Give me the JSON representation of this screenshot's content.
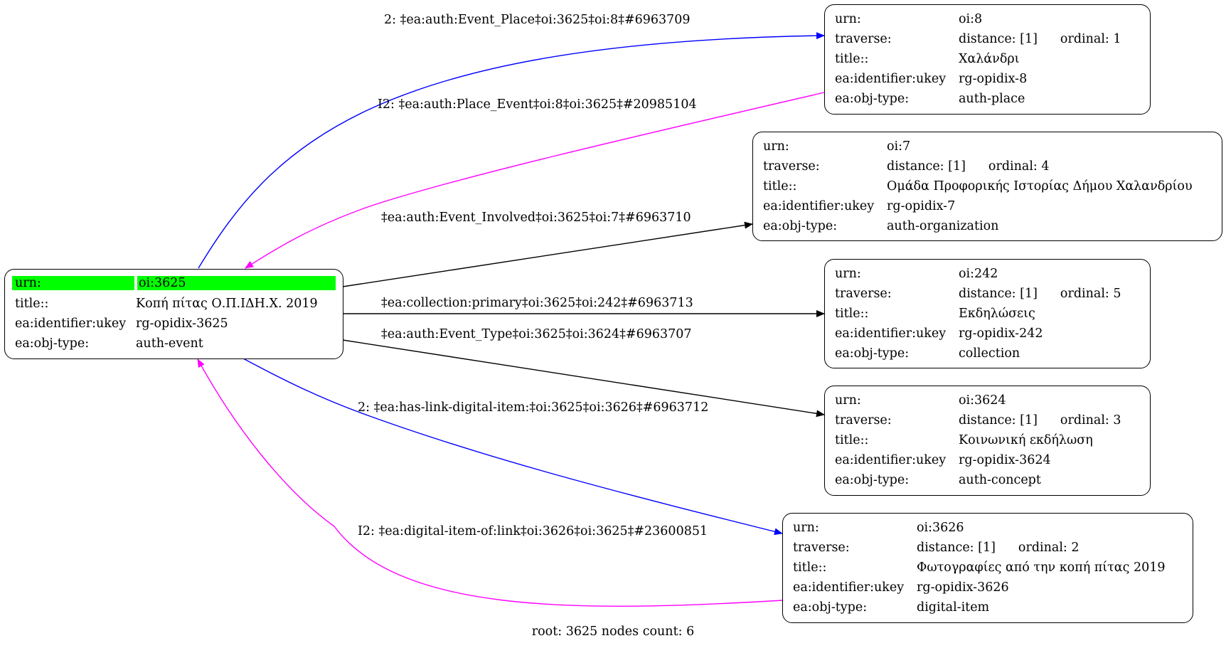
{
  "colors": {
    "highlight": "#00ff00",
    "forward_edge": "#0000ff",
    "inverse_edge": "#ff00ff",
    "plain_edge": "#000000"
  },
  "root_node": {
    "rows": [
      {
        "key": "urn:",
        "value": "oi:3625"
      },
      {
        "key": "title::",
        "value": "Κοπή πίτας Ο.Π.ΙΔΗ.Χ. 2019"
      },
      {
        "key": "ea:identifier:ukey",
        "value": "rg-opidix-3625"
      },
      {
        "key": "ea:obj-type:",
        "value": "auth-event"
      }
    ]
  },
  "nodes": [
    {
      "id": "oi8",
      "urn": "oi:8",
      "traverse_distance": "distance: [1]",
      "traverse_ordinal": "ordinal: 1",
      "title": "Χαλάνδρι",
      "ukey": "rg-opidix-8",
      "obj_type": "auth-place"
    },
    {
      "id": "oi7",
      "urn": "oi:7",
      "traverse_distance": "distance: [1]",
      "traverse_ordinal": "ordinal: 4",
      "title": "Ομάδα Προφορικής Ιστορίας Δήμου Χαλανδρίου",
      "ukey": "rg-opidix-7",
      "obj_type": "auth-organization"
    },
    {
      "id": "oi242",
      "urn": "oi:242",
      "traverse_distance": "distance: [1]",
      "traverse_ordinal": "ordinal: 5",
      "title": "Εκδηλώσεις",
      "ukey": "rg-opidix-242",
      "obj_type": "collection"
    },
    {
      "id": "oi3624",
      "urn": "oi:3624",
      "traverse_distance": "distance: [1]",
      "traverse_ordinal": "ordinal: 3",
      "title": "Κοινωνική εκδήλωση",
      "ukey": "rg-opidix-3624",
      "obj_type": "auth-concept"
    },
    {
      "id": "oi3626",
      "urn": "oi:3626",
      "traverse_distance": "distance: [1]",
      "traverse_ordinal": "ordinal: 2",
      "title": "Φωτογραφίες από την κοπή πίτας 2019",
      "ukey": "rg-opidix-3626",
      "obj_type": "digital-item"
    }
  ],
  "field_labels": {
    "urn": "urn:",
    "traverse": "traverse:",
    "title": "title::",
    "ukey": "ea:identifier:ukey",
    "obj_type": "ea:obj-type:"
  },
  "edges": [
    {
      "id": "e1",
      "label": "2: ‡ea:auth:Event_Place‡oi:3625‡oi:8‡#6963709",
      "from": "oi:3625",
      "to": "oi:8",
      "kind": "forward"
    },
    {
      "id": "e2",
      "label": "I2: ‡ea:auth:Place_Event‡oi:8‡oi:3625‡#20985104",
      "from": "oi:8",
      "to": "oi:3625",
      "kind": "inverse"
    },
    {
      "id": "e3",
      "label": "‡ea:auth:Event_Involved‡oi:3625‡oi:7‡#6963710",
      "from": "oi:3625",
      "to": "oi:7",
      "kind": "plain"
    },
    {
      "id": "e4",
      "label": "‡ea:collection:primary‡oi:3625‡oi:242‡#6963713",
      "from": "oi:3625",
      "to": "oi:242",
      "kind": "plain"
    },
    {
      "id": "e5",
      "label": "‡ea:auth:Event_Type‡oi:3625‡oi:3624‡#6963707",
      "from": "oi:3625",
      "to": "oi:3624",
      "kind": "plain"
    },
    {
      "id": "e6",
      "label": "2: ‡ea:has-link-digital-item:‡oi:3625‡oi:3626‡#6963712",
      "from": "oi:3625",
      "to": "oi:3626",
      "kind": "forward"
    },
    {
      "id": "e7",
      "label": "I2: ‡ea:digital-item-of:link‡oi:3626‡oi:3625‡#23600851",
      "from": "oi:3626",
      "to": "oi:3625",
      "kind": "inverse"
    }
  ],
  "footer": "root: 3625 nodes count: 6"
}
